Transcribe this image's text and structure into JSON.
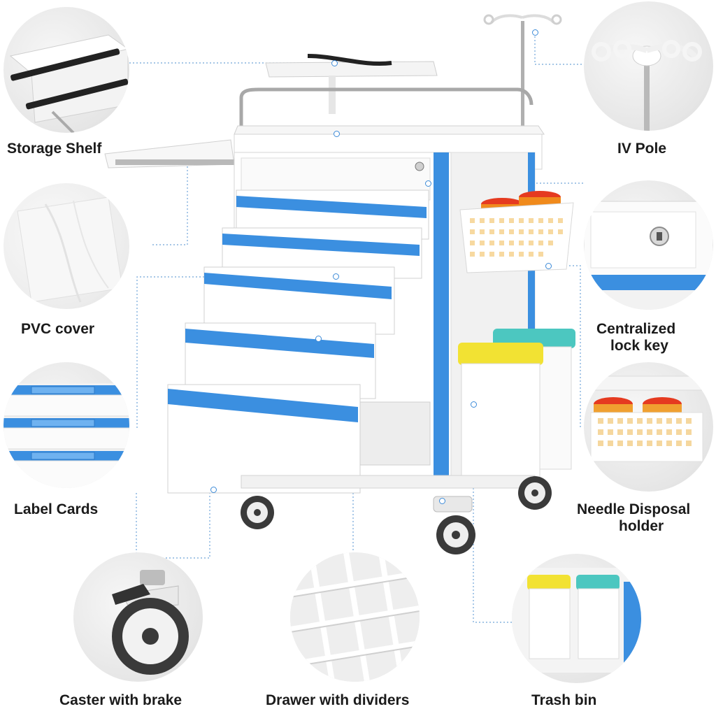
{
  "features": {
    "storage_shelf": "Storage Shelf",
    "iv_pole": "IV Pole",
    "pvc_cover": "PVC cover",
    "centralized_lock_key_line1": "Centralized",
    "centralized_lock_key_line2": "lock key",
    "label_cards": "Label Cards",
    "needle_disposal_line1": "Needle Disposal",
    "needle_disposal_line2": "holder",
    "caster_with_brake": "Caster with brake",
    "drawer_with_dividers": "Drawer with dividers",
    "trash_bin": "Trash bin"
  },
  "colors": {
    "accent_blue": "#3b8fe0",
    "trash_lid_yellow": "#f2e233",
    "trash_lid_teal": "#4cc7c0",
    "sharps_orange": "#f08a1c"
  }
}
